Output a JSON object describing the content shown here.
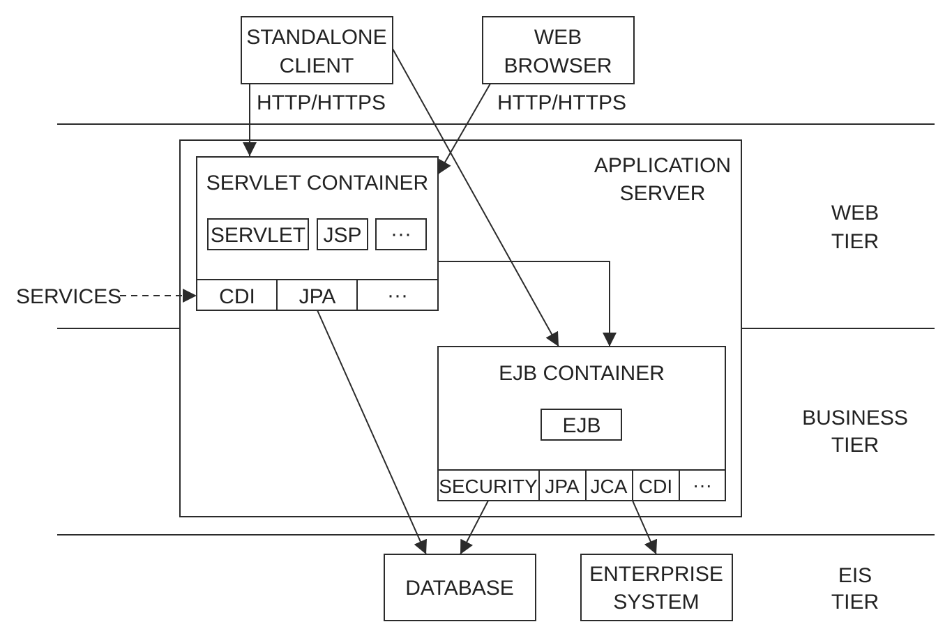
{
  "standalone_client": {
    "line1": "STANDALONE",
    "line2": "CLIENT"
  },
  "web_browser": {
    "line1": "WEB",
    "line2": "BROWSER"
  },
  "protocol_left": "HTTP/HTTPS",
  "protocol_right": "HTTP/HTTPS",
  "application_server": {
    "line1": "APPLICATION",
    "line2": "SERVER"
  },
  "servlet_container": {
    "title": "SERVLET CONTAINER",
    "components": [
      "SERVLET",
      "JSP",
      "···"
    ],
    "services": [
      "CDI",
      "JPA",
      "···"
    ]
  },
  "services_label": "SERVICES",
  "ejb_container": {
    "title": "EJB CONTAINER",
    "component": "EJB",
    "services": [
      "SECURITY",
      "JPA",
      "JCA",
      "CDI",
      "···"
    ]
  },
  "database": "DATABASE",
  "enterprise_system": {
    "line1": "ENTERPRISE",
    "line2": "SYSTEM"
  },
  "tiers": {
    "web": {
      "line1": "WEB",
      "line2": "TIER"
    },
    "business": {
      "line1": "BUSINESS",
      "line2": "TIER"
    },
    "eis": {
      "line1": "EIS",
      "line2": "TIER"
    }
  }
}
